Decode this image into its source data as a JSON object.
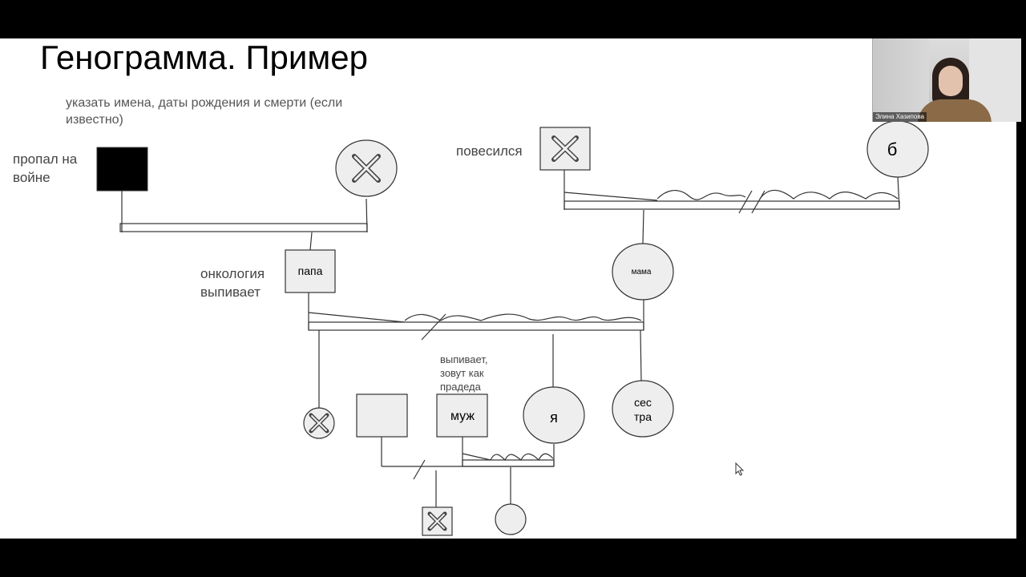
{
  "slide": {
    "title": "Генограмма. Пример",
    "subtitle": "указать имена, даты рождения и смерти (если известно)"
  },
  "notes": {
    "missing_at_war": [
      "пропал на",
      "войне"
    ],
    "hanged": "повесился",
    "oncology_drinks": [
      "онкология",
      "выпивает"
    ],
    "husband_note": [
      "выпивает,",
      "зовут как",
      "прадеда"
    ]
  },
  "symbols": {
    "papa": "папа",
    "mama": "мама",
    "grandmother": "б",
    "me": "я",
    "husband": "муж",
    "sister": [
      "сес",
      "тра"
    ]
  },
  "webcam": {
    "name": "Элина Хазипова"
  },
  "colors": {
    "symbol_fill": "#eeeeee",
    "line": "#333333",
    "black_square": "#000000"
  }
}
